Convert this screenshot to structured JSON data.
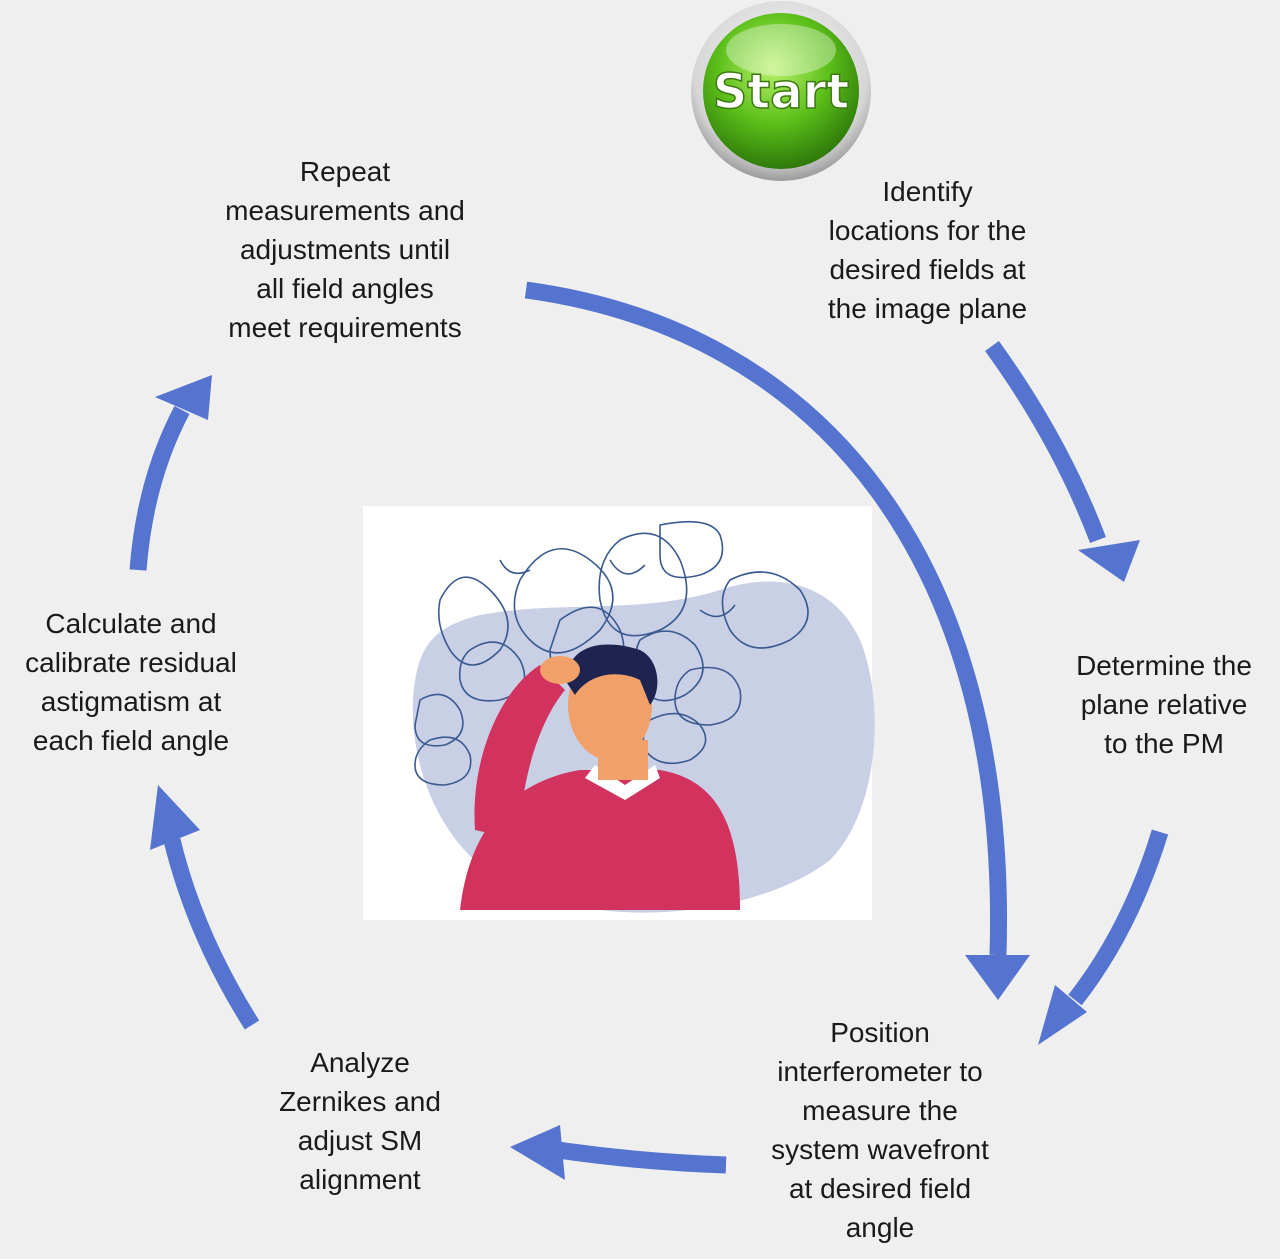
{
  "start_button": {
    "label": "Start"
  },
  "steps": [
    {
      "id": "identify",
      "lines": [
        "Identify",
        "locations for the",
        "desired fields at",
        "the image plane"
      ]
    },
    {
      "id": "determine",
      "lines": [
        "Determine the",
        "plane relative",
        "to the PM"
      ]
    },
    {
      "id": "position",
      "lines": [
        "Position",
        "interferometer to",
        "measure the",
        "system wavefront",
        "at desired field",
        "angle"
      ]
    },
    {
      "id": "analyze",
      "lines": [
        "Analyze",
        "Zernikes and",
        "adjust SM",
        "alignment"
      ]
    },
    {
      "id": "calculate",
      "lines": [
        "Calculate and",
        "calibrate residual",
        "astigmatism at",
        "each field angle"
      ]
    },
    {
      "id": "repeat",
      "lines": [
        "Repeat",
        "measurements and",
        "adjustments until",
        "all field angles",
        "meet requirements"
      ]
    }
  ],
  "colors": {
    "arrow": "#5574cf",
    "background": "#efefef",
    "start_green": "#5cbf1a",
    "sweater": "#d1335e",
    "skin": "#f0a068",
    "hair": "#1f2350",
    "blob": "#c9d0e6",
    "scribble": "#3a5a90"
  },
  "icons": {
    "start": "start-button-icon",
    "illustration": "confused-person-illustration"
  }
}
